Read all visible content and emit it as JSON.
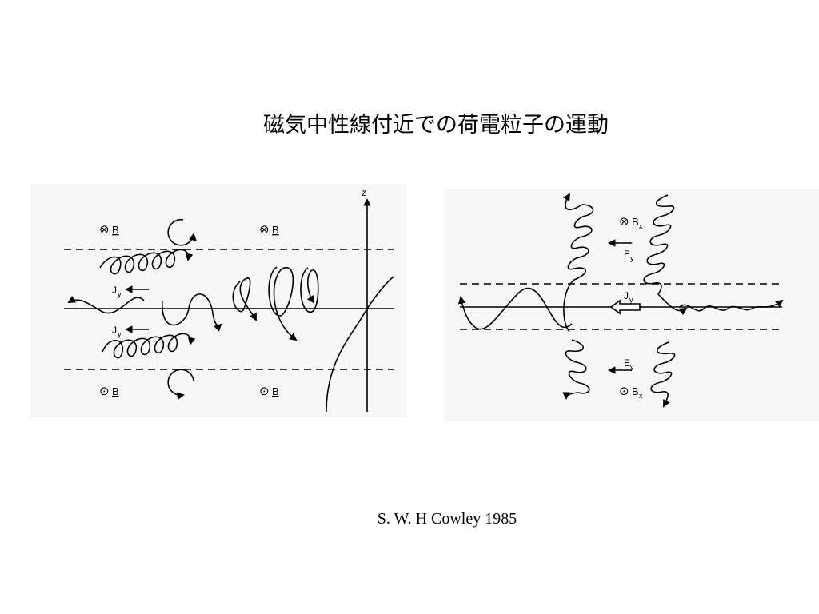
{
  "slide": {
    "title": "磁気中性線付近での荷電粒子の運動",
    "credit": "S. W. H Cowley 1985"
  },
  "left_panel": {
    "b_into_symbol": "⊗",
    "b_out_symbol": "⊙",
    "b_label": "B",
    "jy_label": "J",
    "jy_sub": "y",
    "z_label": "z"
  },
  "right_panel": {
    "bx_label": "B",
    "bx_sub": "x",
    "ey_label": "E",
    "ey_sub": "y",
    "jy_label": "J",
    "jy_sub": "y"
  }
}
